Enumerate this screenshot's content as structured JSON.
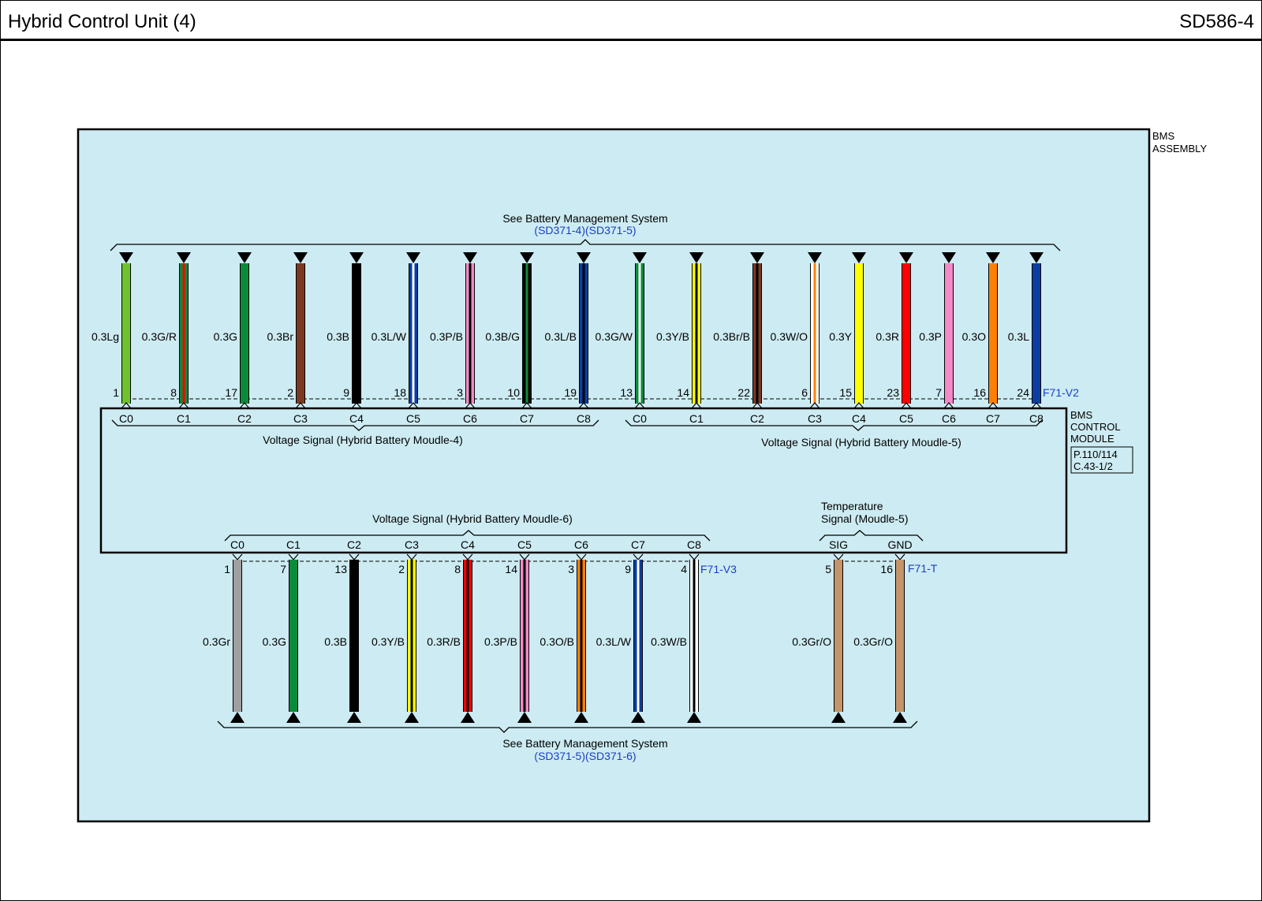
{
  "header": {
    "title": "Hybrid Control Unit (4)",
    "page_code": "SD586-4"
  },
  "assembly": {
    "label_line1": "BMS",
    "label_line2": "ASSEMBLY",
    "bg_color": "#cdebf2"
  },
  "module": {
    "label_line1": "BMS",
    "label_line2": "CONTROL",
    "label_line3": "MODULE",
    "ref_line1": "P.110/114",
    "ref_line2": "C.43-1/2"
  },
  "top_ref": {
    "title": "See Battery Management System",
    "link": "(SD371-4)(SD371-5)"
  },
  "bottom_ref": {
    "title": "See Battery Management System",
    "link": "(SD371-5)(SD371-6)"
  },
  "groups": {
    "m4": "Voltage Signal (Hybrid Battery Moudle-4)",
    "m5": "Voltage Signal (Hybrid Battery Moudle-5)",
    "m6": "Voltage Signal (Hybrid Battery Moudle-6)",
    "temp_line1": "Temperature",
    "temp_line2": "Signal (Moudle-5)"
  },
  "connectors": {
    "top": "F71-V2",
    "bottom_left": "F71-V3",
    "bottom_right": "F71-T"
  },
  "link_color": "#1a3fc4",
  "colors": {
    "Lg": "#6fc12e",
    "G": "#0c8a3b",
    "R": "#ff0000",
    "Br": "#7a3a22",
    "B": "#000000",
    "L": "#0b3ea3",
    "W": "#ffffff",
    "P": "#f28ac8",
    "Y": "#ffff00",
    "O": "#ff8000",
    "Gr": "#a0a0a0",
    "GrO": "#c4956a"
  },
  "top_wires": [
    {
      "label": "0.3Lg",
      "pin": "1",
      "term": "C0",
      "base": "Lg",
      "stripe": ""
    },
    {
      "label": "0.3G/R",
      "pin": "8",
      "term": "C1",
      "base": "G",
      "stripe": "R"
    },
    {
      "label": "0.3G",
      "pin": "17",
      "term": "C2",
      "base": "G",
      "stripe": ""
    },
    {
      "label": "0.3Br",
      "pin": "2",
      "term": "C3",
      "base": "Br",
      "stripe": ""
    },
    {
      "label": "0.3B",
      "pin": "9",
      "term": "C4",
      "base": "B",
      "stripe": ""
    },
    {
      "label": "0.3L/W",
      "pin": "18",
      "term": "C5",
      "base": "L",
      "stripe": "W"
    },
    {
      "label": "0.3P/B",
      "pin": "3",
      "term": "C6",
      "base": "P",
      "stripe": "B"
    },
    {
      "label": "0.3B/G",
      "pin": "10",
      "term": "C7",
      "base": "B",
      "stripe": "G"
    },
    {
      "label": "0.3L/B",
      "pin": "19",
      "term": "C8",
      "base": "L",
      "stripe": "B"
    },
    {
      "label": "0.3G/W",
      "pin": "13",
      "term": "C0",
      "base": "G",
      "stripe": "W"
    },
    {
      "label": "0.3Y/B",
      "pin": "14",
      "term": "C1",
      "base": "Y",
      "stripe": "B"
    },
    {
      "label": "0.3Br/B",
      "pin": "22",
      "term": "C2",
      "base": "Br",
      "stripe": "B"
    },
    {
      "label": "0.3W/O",
      "pin": "6",
      "term": "C3",
      "base": "W",
      "stripe": "O"
    },
    {
      "label": "0.3Y",
      "pin": "15",
      "term": "C4",
      "base": "Y",
      "stripe": ""
    },
    {
      "label": "0.3R",
      "pin": "23",
      "term": "C5",
      "base": "R",
      "stripe": ""
    },
    {
      "label": "0.3P",
      "pin": "7",
      "term": "C6",
      "base": "P",
      "stripe": ""
    },
    {
      "label": "0.3O",
      "pin": "16",
      "term": "C7",
      "base": "O",
      "stripe": ""
    },
    {
      "label": "0.3L",
      "pin": "24",
      "term": "C8",
      "base": "L",
      "stripe": ""
    }
  ],
  "bottom_wires": [
    {
      "label": "0.3Gr",
      "pin": "1",
      "term": "C0",
      "base": "Gr",
      "stripe": ""
    },
    {
      "label": "0.3G",
      "pin": "7",
      "term": "C1",
      "base": "G",
      "stripe": ""
    },
    {
      "label": "0.3B",
      "pin": "13",
      "term": "C2",
      "base": "B",
      "stripe": ""
    },
    {
      "label": "0.3Y/B",
      "pin": "2",
      "term": "C3",
      "base": "Y",
      "stripe": "B"
    },
    {
      "label": "0.3R/B",
      "pin": "8",
      "term": "C4",
      "base": "R",
      "stripe": "B"
    },
    {
      "label": "0.3P/B",
      "pin": "14",
      "term": "C5",
      "base": "P",
      "stripe": "B"
    },
    {
      "label": "0.3O/B",
      "pin": "3",
      "term": "C6",
      "base": "O",
      "stripe": "B"
    },
    {
      "label": "0.3L/W",
      "pin": "9",
      "term": "C7",
      "base": "L",
      "stripe": "W"
    },
    {
      "label": "0.3W/B",
      "pin": "4",
      "term": "C8",
      "base": "W",
      "stripe": "B"
    },
    {
      "label": "0.3Gr/O",
      "pin": "5",
      "term": "SIG",
      "base": "GrO",
      "stripe": ""
    },
    {
      "label": "0.3Gr/O",
      "pin": "16",
      "term": "GND",
      "base": "GrO",
      "stripe": ""
    }
  ]
}
